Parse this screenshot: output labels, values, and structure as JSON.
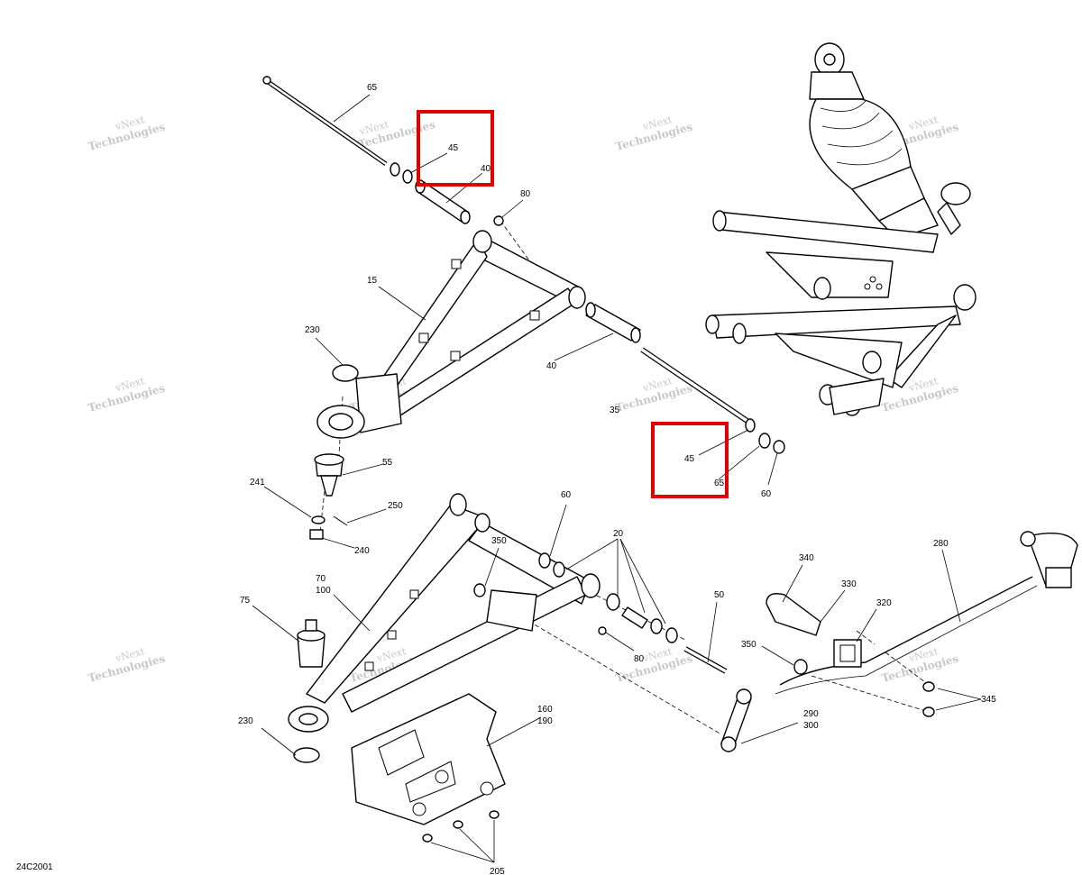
{
  "diagram_code": "24C2001",
  "watermark": {
    "line1": "vNext",
    "line2": "Technologies"
  },
  "highlight_color": "#e00000",
  "callouts": {
    "c65a": "65",
    "c45a": "45",
    "c40a": "40",
    "c80a": "80",
    "c15": "15",
    "c230a": "230",
    "c40b": "40",
    "c35": "35",
    "c45b": "45",
    "c65b": "65",
    "c60a": "60",
    "c55": "55",
    "c241": "241",
    "c250": "250",
    "c240": "240",
    "c60b": "60",
    "c20": "20",
    "c350a": "350",
    "c70": "70",
    "c100": "100",
    "c75": "75",
    "c50": "50",
    "c80b": "80",
    "c340": "340",
    "c330": "330",
    "c320": "320",
    "c280": "280",
    "c350b": "350",
    "c345": "345",
    "c290": "290",
    "c300": "300",
    "c230b": "230",
    "c160": "160",
    "c190": "190",
    "c205": "205"
  }
}
